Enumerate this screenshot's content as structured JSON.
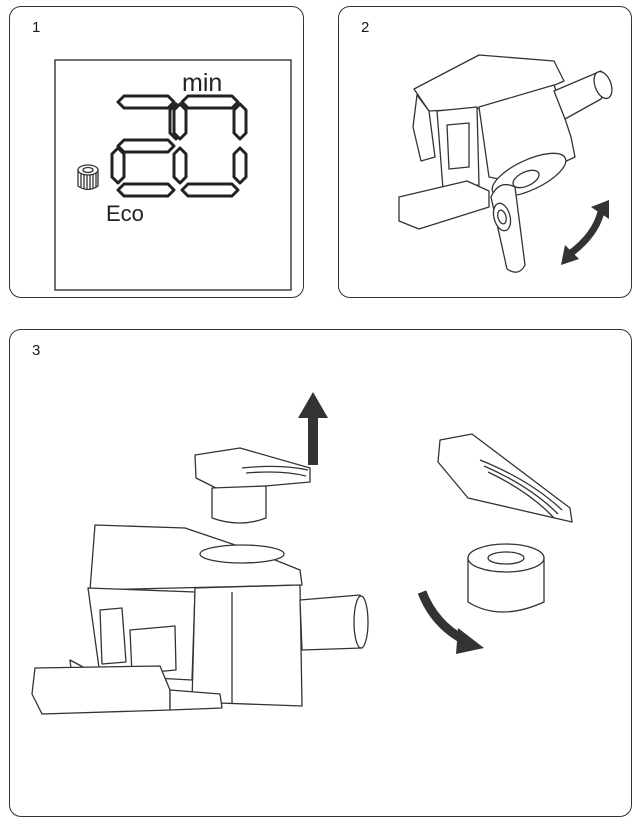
{
  "panels": [
    {
      "number": "1"
    },
    {
      "number": "2"
    },
    {
      "number": "3"
    }
  ],
  "display": {
    "digits": "20",
    "unit": "min",
    "mode": "Eco",
    "icon": "filter-icon"
  },
  "icons": {
    "rotate_arrow": "curved-double-arrow-icon",
    "lift_arrow": "up-arrow-icon",
    "twist_arrow": "curved-arrow-icon"
  }
}
